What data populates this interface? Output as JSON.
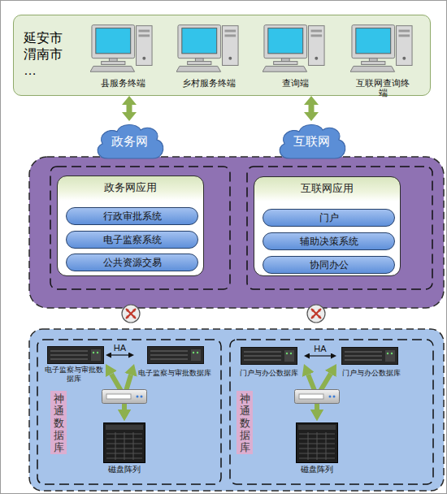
{
  "diagram": {
    "nodes": [
      {
        "text": [
          "延安市 渭南市 …"
        ]
      },
      {
        "text": [
          "县服务终端"
        ],
        "in": 0
      },
      {
        "text": [
          "乡村服务终端"
        ],
        "in": 0
      },
      {
        "text": [
          "查询端"
        ],
        "in": 0
      },
      {
        "text": [
          "互联网查询终端"
        ],
        "in": 0
      },
      {
        "text": [
          "政务网"
        ]
      },
      {
        "text": [
          "互联网"
        ]
      },
      {
        "text": [
          "政务网应用"
        ]
      },
      {
        "text": [
          "行政审批系统"
        ],
        "in": 7
      },
      {
        "text": [
          "电子监察系统"
        ],
        "in": 7
      },
      {
        "text": [
          "公共资源交易"
        ],
        "in": 7
      },
      {
        "text": [
          "互联网应用"
        ]
      },
      {
        "text": [
          "门户"
        ],
        "in": 11
      },
      {
        "text": [
          "辅助决策系统"
        ],
        "in": 11
      },
      {
        "text": [
          "协同办公"
        ],
        "in": 11
      },
      {
        "text": [
          "电子监察与审批数据库"
        ]
      },
      {
        "text": [
          "电子监察与审批数据库"
        ]
      },
      {
        "text": [
          "磁盘阵列"
        ]
      },
      {
        "text": [
          "神通数据库"
        ]
      },
      {
        "text": [
          "门户与办公数据库"
        ]
      },
      {
        "text": [
          "门户与办公数据库"
        ]
      },
      {
        "text": [
          "磁盘阵列"
        ]
      },
      {
        "text": [
          "神通数据库"
        ]
      }
    ],
    "edges": [
      {
        "from": 0,
        "to": 5,
        "arrow": "both"
      },
      {
        "from": 0,
        "to": 6,
        "arrow": "both"
      },
      {
        "from": 15,
        "to": 16,
        "label": "HA",
        "arrow": "both"
      },
      {
        "from": 15,
        "to": 17,
        "arrow": "both"
      },
      {
        "from": 16,
        "to": 17,
        "arrow": "both"
      },
      {
        "from": 19,
        "to": 20,
        "label": "HA",
        "arrow": "both"
      },
      {
        "from": 19,
        "to": 21,
        "arrow": "both"
      },
      {
        "from": 20,
        "to": 21,
        "arrow": "both"
      }
    ]
  }
}
